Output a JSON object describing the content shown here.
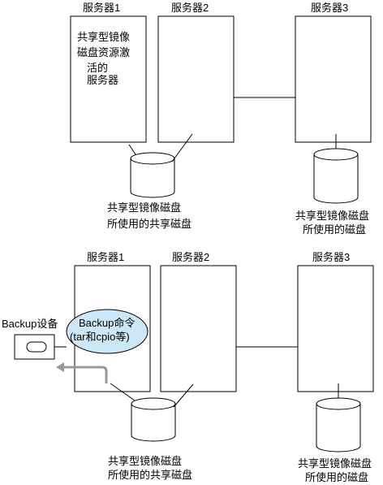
{
  "top": {
    "server1": {
      "title": "服务器1",
      "note": [
        "共享型镜像",
        "磁盘资源激",
        "活的",
        "服务器"
      ]
    },
    "server2": {
      "title": "服务器2"
    },
    "server3": {
      "title": "服务器3"
    },
    "shared_disk_label": [
      "共享型镜像磁盘",
      "所使用的共享磁盘"
    ],
    "mirror_disk_label": [
      "共享型镜像磁盘",
      "所使用的磁盘"
    ]
  },
  "bottom": {
    "server1": {
      "title": "服务器1"
    },
    "server2": {
      "title": "服务器2"
    },
    "server3": {
      "title": "服务器3"
    },
    "backup_device_label": "Backup设备",
    "backup_command": [
      "Backup命令",
      "(tar和cpio等)"
    ],
    "shared_disk_label": [
      "共享型镜像磁盘",
      "所使用的共享磁盘"
    ],
    "mirror_disk_label": [
      "共享型镜像磁盘",
      "所使用的磁盘"
    ]
  },
  "colors": {
    "ellipse_fill": "#cce8f6",
    "arrow": "#999999"
  }
}
